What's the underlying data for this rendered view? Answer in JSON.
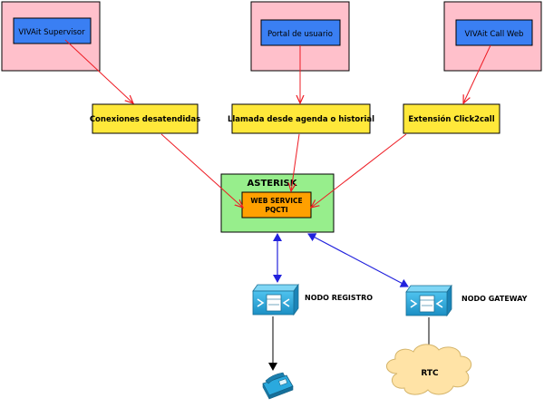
{
  "clients": [
    {
      "id": "supervisor",
      "label": "VIVAit Supervisor"
    },
    {
      "id": "portal",
      "label": "Portal de usuario"
    },
    {
      "id": "callweb",
      "label": "VIVAit Call Web"
    }
  ],
  "channels": [
    {
      "id": "conexiones",
      "label": "Conexiones desatendidas"
    },
    {
      "id": "llamada",
      "label": "Llamada desde agenda o historial"
    },
    {
      "id": "click2call",
      "label": "Extensión Click2call"
    }
  ],
  "asterisk": {
    "title": "ASTERISK",
    "service_line1": "WEB SERVICE",
    "service_line2": "PQCTI"
  },
  "nodes": {
    "registro": "NODO REGISTRO",
    "gateway": "NODO GATEWAY"
  },
  "rtc": "RTC",
  "icons": {
    "router": "router-icon",
    "phone": "ip-phone-icon",
    "cloud": "cloud-icon"
  },
  "colors": {
    "client_bg": "#ffc0cb",
    "client_button": "#3a7ff3",
    "channel_bg": "#ffe83a",
    "asterisk_bg": "#97ee8c",
    "service_bg": "#ffa000",
    "red_edge": "#ee1c24",
    "blue_edge": "#2222dd",
    "router": "#2aa9de",
    "cloud": "#ffe3a6"
  }
}
